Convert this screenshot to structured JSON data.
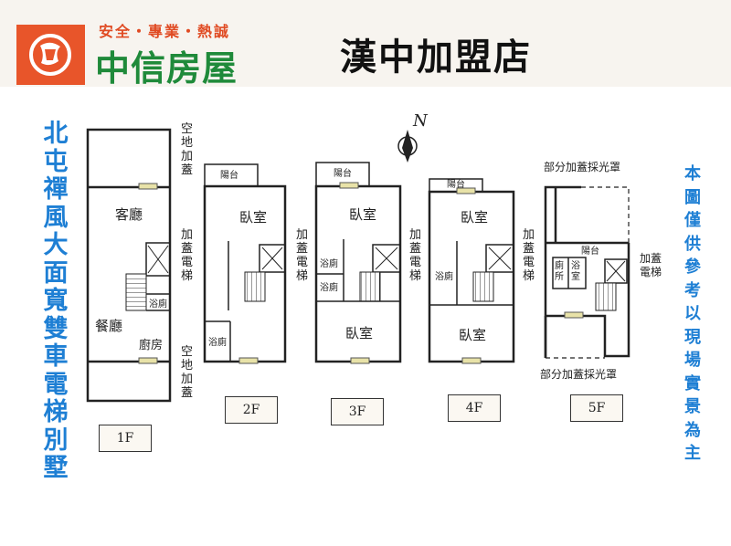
{
  "brand": {
    "slogan": "安全・專業・熱誠",
    "name": "中信房屋",
    "colors": {
      "orange": "#e8552a",
      "green": "#1f8a3a"
    }
  },
  "store_name": "漢中加盟店",
  "side_left": "北屯禪風大面寬雙車電梯別墅",
  "side_right": "本圖僅供參考以現場實景為主",
  "north": "N",
  "floors": {
    "f1": {
      "label": "1F",
      "rooms": {
        "living": "客廳",
        "dining": "餐廳",
        "kitchen": "廚房",
        "bath": "浴廁"
      },
      "notes": {
        "top": "空地加蓋",
        "bottom": "空地加蓋",
        "elevator": "加蓋電梯"
      }
    },
    "f2": {
      "label": "2F",
      "rooms": {
        "balcony": "陽台",
        "bedroom": "臥室",
        "bath": "浴廁"
      }
    },
    "f3": {
      "label": "3F",
      "rooms": {
        "balcony": "陽台",
        "bedroom1": "臥室",
        "bedroom2": "臥室",
        "bath1": "浴廁",
        "bath2": "浴廁"
      },
      "notes": {
        "elevator_left": "加蓋電梯",
        "elevator_right": "加蓋電梯"
      }
    },
    "f4": {
      "label": "4F",
      "rooms": {
        "balcony": "陽台",
        "bedroom1": "臥室",
        "bedroom2": "臥室",
        "bath": "浴廁"
      },
      "notes": {
        "elevator": "加蓋電梯"
      }
    },
    "f5": {
      "label": "5F",
      "rooms": {
        "balcony": "陽台",
        "toilet": "廁所",
        "bath": "浴室"
      },
      "notes": {
        "skylight_top": "部分加蓋採光罩",
        "skylight_bottom": "部分加蓋採光罩",
        "elevator": "加蓋電梯"
      }
    }
  }
}
